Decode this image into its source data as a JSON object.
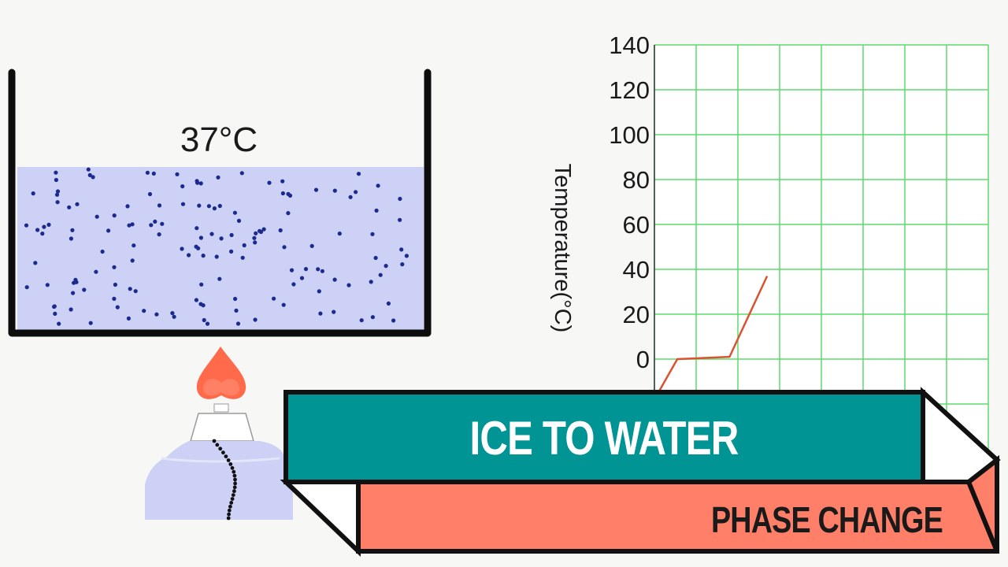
{
  "beaker": {
    "temperature_label": "37°C",
    "water_color": "#ccd1f5",
    "particle_color": "#1b2a8c"
  },
  "chart_data": {
    "type": "line",
    "ylabel": "Temperature(°C)",
    "xlabel": "",
    "ylim": [
      -20,
      140
    ],
    "yticks": [
      0,
      20,
      40,
      60,
      80,
      100,
      120,
      140
    ],
    "grid": true,
    "grid_color": "#5ddb6b",
    "line_color": "#d9532e",
    "series": [
      {
        "x": [
          0,
          0.55,
          1.8,
          2.7
        ],
        "y": [
          -18,
          0,
          1,
          37
        ]
      }
    ]
  },
  "burner": {
    "flame_color": "#ff6a4a"
  },
  "banner": {
    "title": "ICE TO WATER",
    "subtitle": "PHASE CHANGE",
    "title_color": "#009494",
    "subtitle_color": "#ff7f68"
  }
}
